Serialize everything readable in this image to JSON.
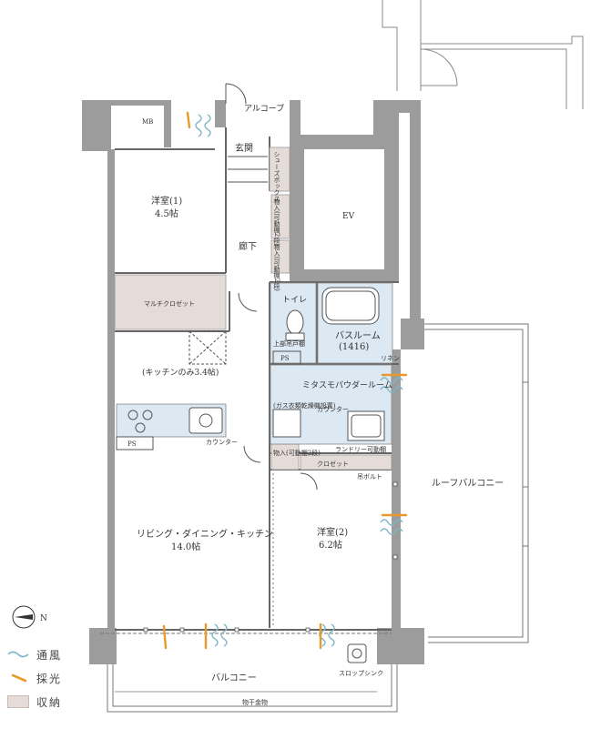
{
  "colors": {
    "wall": "#9c9c9c",
    "line": "#555555",
    "wet_area": "#dce8f2",
    "storage": "#e5dcd8",
    "wind": "#7fb7c8",
    "light": "#e89a2c"
  },
  "rooms": {
    "alcove": "アルコーブ",
    "mb": "MB",
    "entrance": "玄関",
    "shoe_box": "シューズボックス",
    "western1_name": "洋室(1)",
    "western1_size": "4.5帖",
    "storage_a": "物入(可動棚2段)",
    "storage_b": "物入(可動棚2段)",
    "hallway": "廊下",
    "ev": "EV",
    "multi_closet": "マルチクロゼット",
    "toilet": "トイレ",
    "toilet_shelf": "上部吊戸棚",
    "bathroom_name": "バスルーム",
    "bathroom_size": "(1416)",
    "linen": "リネン",
    "ps1": "PS",
    "kitchen_only": "(キッチンのみ3.4帖)",
    "powder_room": "ミタスモパウダールーム",
    "counter1": "カウンター",
    "gas_dryer": "(ガス衣類乾燥機設置)",
    "laundry_shelf": "ランドリー可動棚",
    "ps2": "PS",
    "counter2": "カウンター",
    "storage_c": "物入(可動棚2段)",
    "closet": "クロゼット",
    "hanging_bolt": "吊ボルト",
    "roof_balcony": "ルーフバルコニー",
    "ldk_name": "リビング・ダイニング・キッチン",
    "ldk_size": "14.0帖",
    "western2_name": "洋室(2)",
    "western2_size": "6.2帖",
    "slop_sink": "スロップシンク",
    "balcony": "バルコニー",
    "drying_rack": "物干金物"
  },
  "legend": {
    "compass_n": "N",
    "wind": "通風",
    "light": "採光",
    "storage": "収納"
  }
}
